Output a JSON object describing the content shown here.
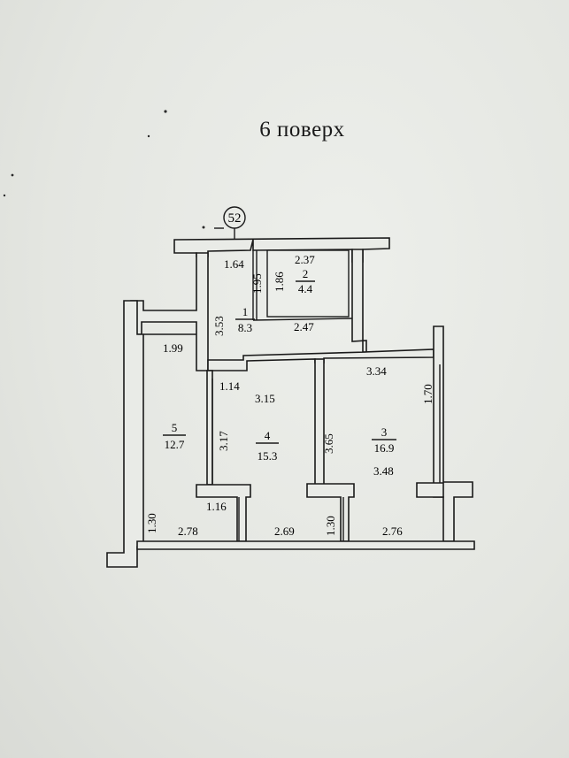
{
  "floor": {
    "title": "6 поверх"
  },
  "apartment": {
    "number": "52"
  },
  "rooms": [
    {
      "id": "1",
      "area": "8.3"
    },
    {
      "id": "2",
      "area": "4.4"
    },
    {
      "id": "3",
      "area": "16.9"
    },
    {
      "id": "4",
      "area": "15.3"
    },
    {
      "id": "5",
      "area": "12.7"
    }
  ],
  "dimensions": {
    "d164": "1.64",
    "d237": "2.37",
    "d195": "1.95",
    "d186": "1.86",
    "d353": "3.53",
    "d247": "2.47",
    "d199": "1.99",
    "d114": "1.14",
    "d315": "3.15",
    "d334": "3.34",
    "d170": "1.70",
    "d317": "3.17",
    "d365": "3.65",
    "d348": "3.48",
    "d116": "1.16",
    "d130a": "1.30",
    "d278": "2.78",
    "d269": "2.69",
    "d130b": "1.30",
    "d276": "2.76"
  }
}
